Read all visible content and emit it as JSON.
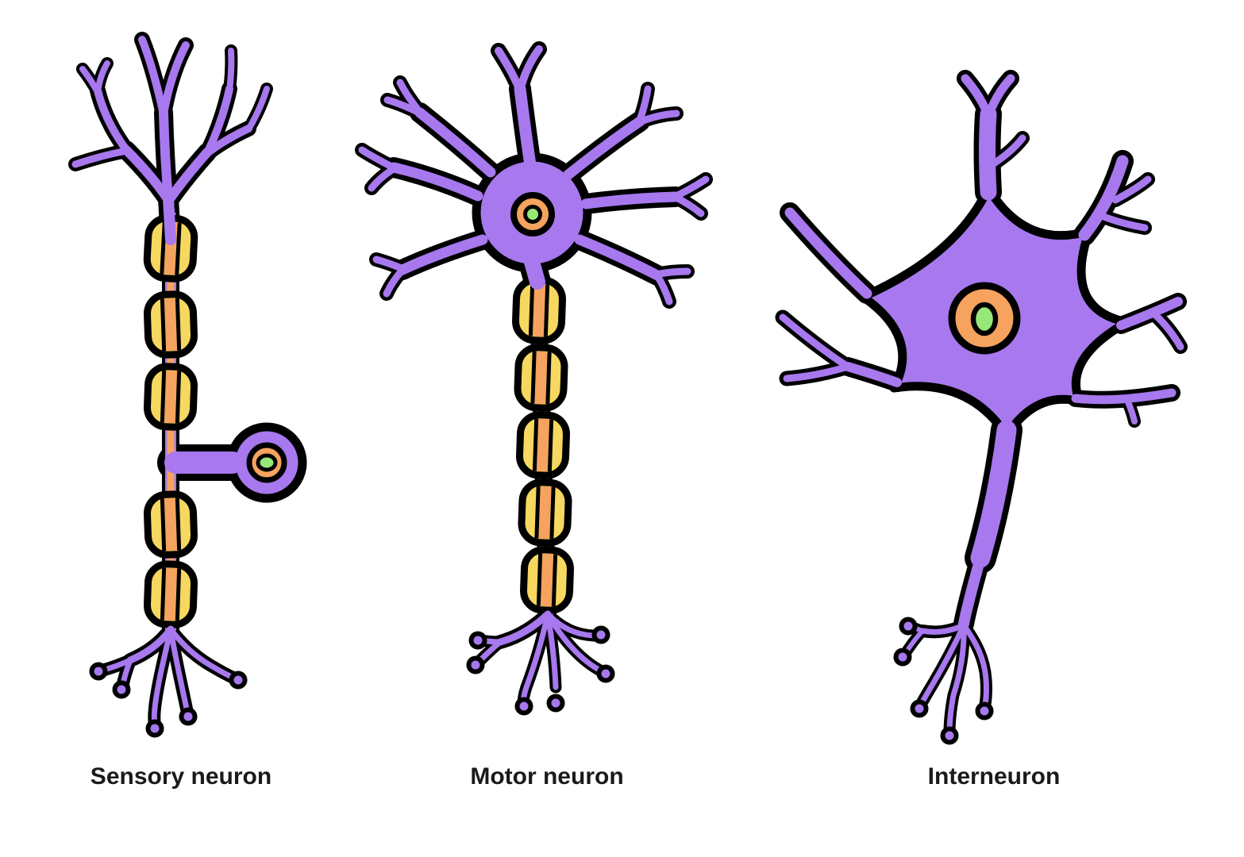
{
  "page": {
    "background": "#ffffff"
  },
  "figures": [
    {
      "id": "sensory-neuron",
      "label": "Sensory neuron"
    },
    {
      "id": "motor-neuron",
      "label": "Motor neuron"
    },
    {
      "id": "interneuron",
      "label": "Interneuron"
    }
  ],
  "colors": {
    "background": "#ffffff",
    "outline": "#000000",
    "cell_body": "#a778ee",
    "myelin": "#f6d860",
    "axon_core": "#f5a35e",
    "nucleolus": "#96e878",
    "label_text": "#1a1a1a"
  }
}
